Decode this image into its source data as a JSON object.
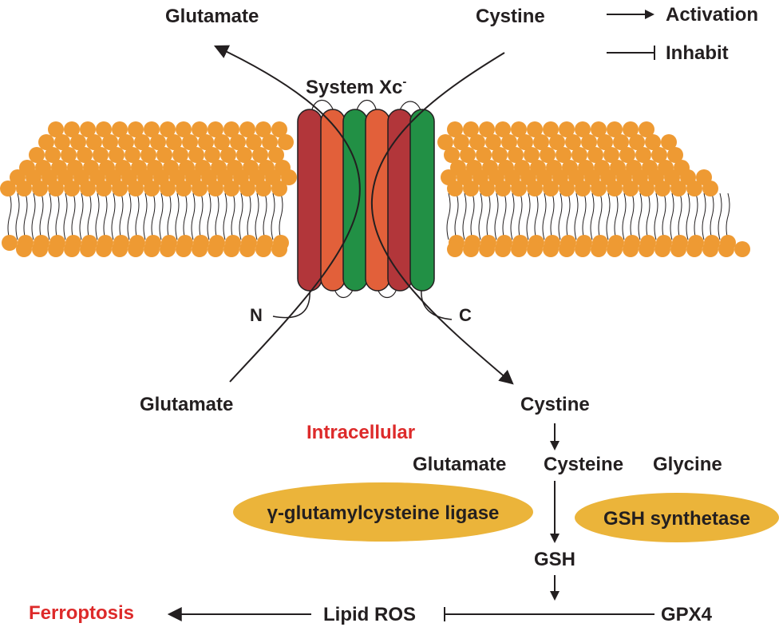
{
  "legend": {
    "activation": "Activation",
    "inhibit": "Inhabit"
  },
  "labels": {
    "glutamate_out": "Glutamate",
    "cystine_out": "Cystine",
    "transporter": "System Xc",
    "transporter_sup": "-",
    "n_terminus": "N",
    "c_terminus": "C",
    "glutamate_in": "Glutamate",
    "cystine_in": "Cystine",
    "intracellular": "Intracellular",
    "aa_glutamate": "Glutamate",
    "aa_cysteine": "Cysteine",
    "aa_glycine": "Glycine",
    "enzyme_ligase": "γ-glutamylcysteine ligase",
    "enzyme_synthetase": "GSH synthetase",
    "gsh": "GSH",
    "gpx4": "GPX4",
    "lipid_ros": "Lipid ROS",
    "ferroptosis": "Ferroptosis"
  },
  "colors": {
    "lipid_head": "#EE9A33",
    "helix_red": "#B2363A",
    "helix_orange": "#E2603A",
    "helix_green": "#229045",
    "enzyme_fill": "#EBB43A",
    "red_text": "#DD2A2A",
    "ink": "#231F20"
  }
}
